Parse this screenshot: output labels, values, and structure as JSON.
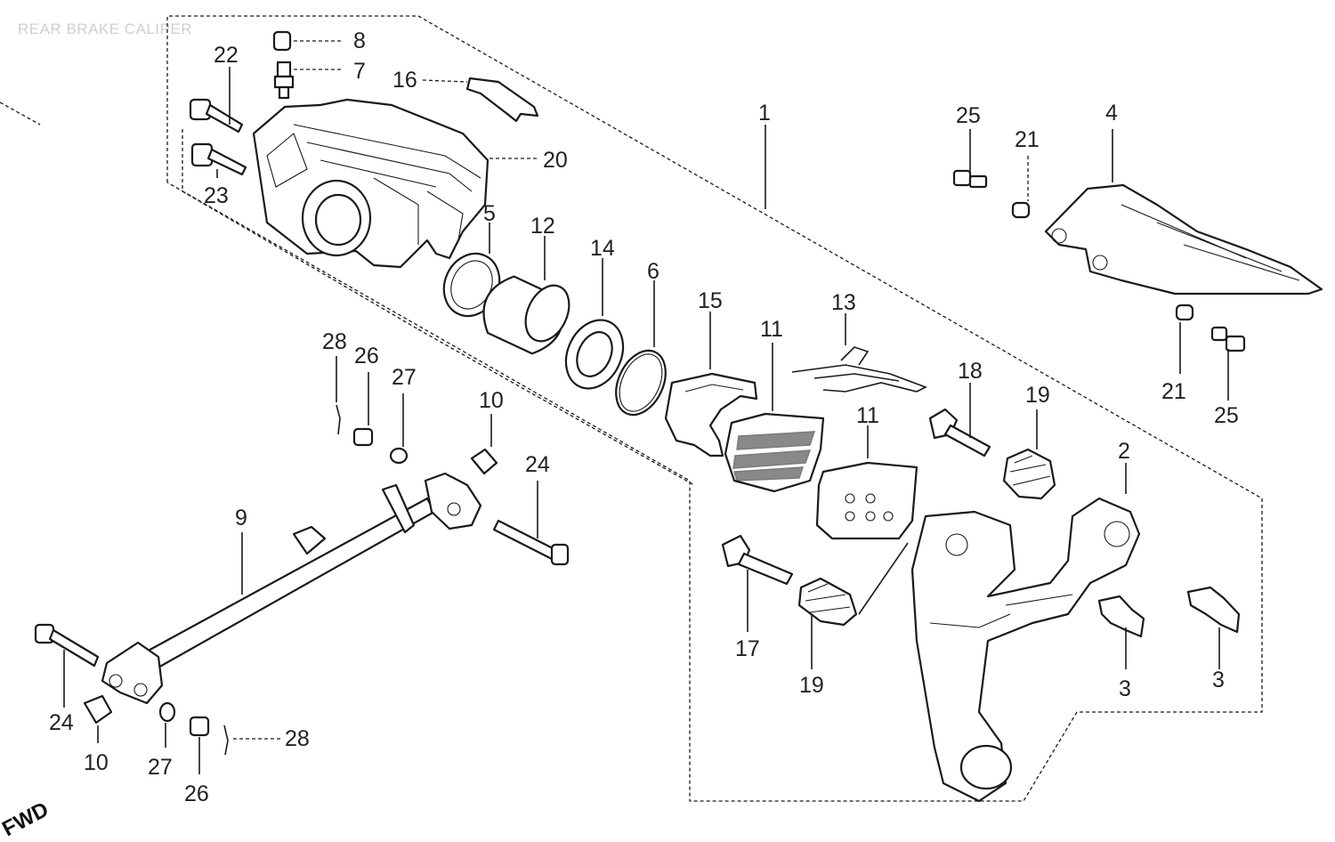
{
  "title": "REAR BRAKE CALIPER",
  "direction_marker": "FWD",
  "callouts": {
    "c1": "1",
    "c2": "2",
    "c3a": "3",
    "c3b": "3",
    "c4": "4",
    "c5": "5",
    "c6": "6",
    "c7": "7",
    "c8": "8",
    "c9": "9",
    "c10a": "10",
    "c10b": "10",
    "c11a": "11",
    "c11b": "11",
    "c12": "12",
    "c13": "13",
    "c14": "14",
    "c15": "15",
    "c16": "16",
    "c17": "17",
    "c18": "18",
    "c19a": "19",
    "c19b": "19",
    "c20": "20",
    "c21a": "21",
    "c21b": "21",
    "c22": "22",
    "c23": "23",
    "c24a": "24",
    "c24b": "24",
    "c25a": "25",
    "c25b": "25",
    "c26a": "26",
    "c26b": "26",
    "c27a": "27",
    "c27b": "27",
    "c28a": "28",
    "c28b": "28"
  },
  "ink_color": "#1a1a1a",
  "background_color": "#ffffff"
}
